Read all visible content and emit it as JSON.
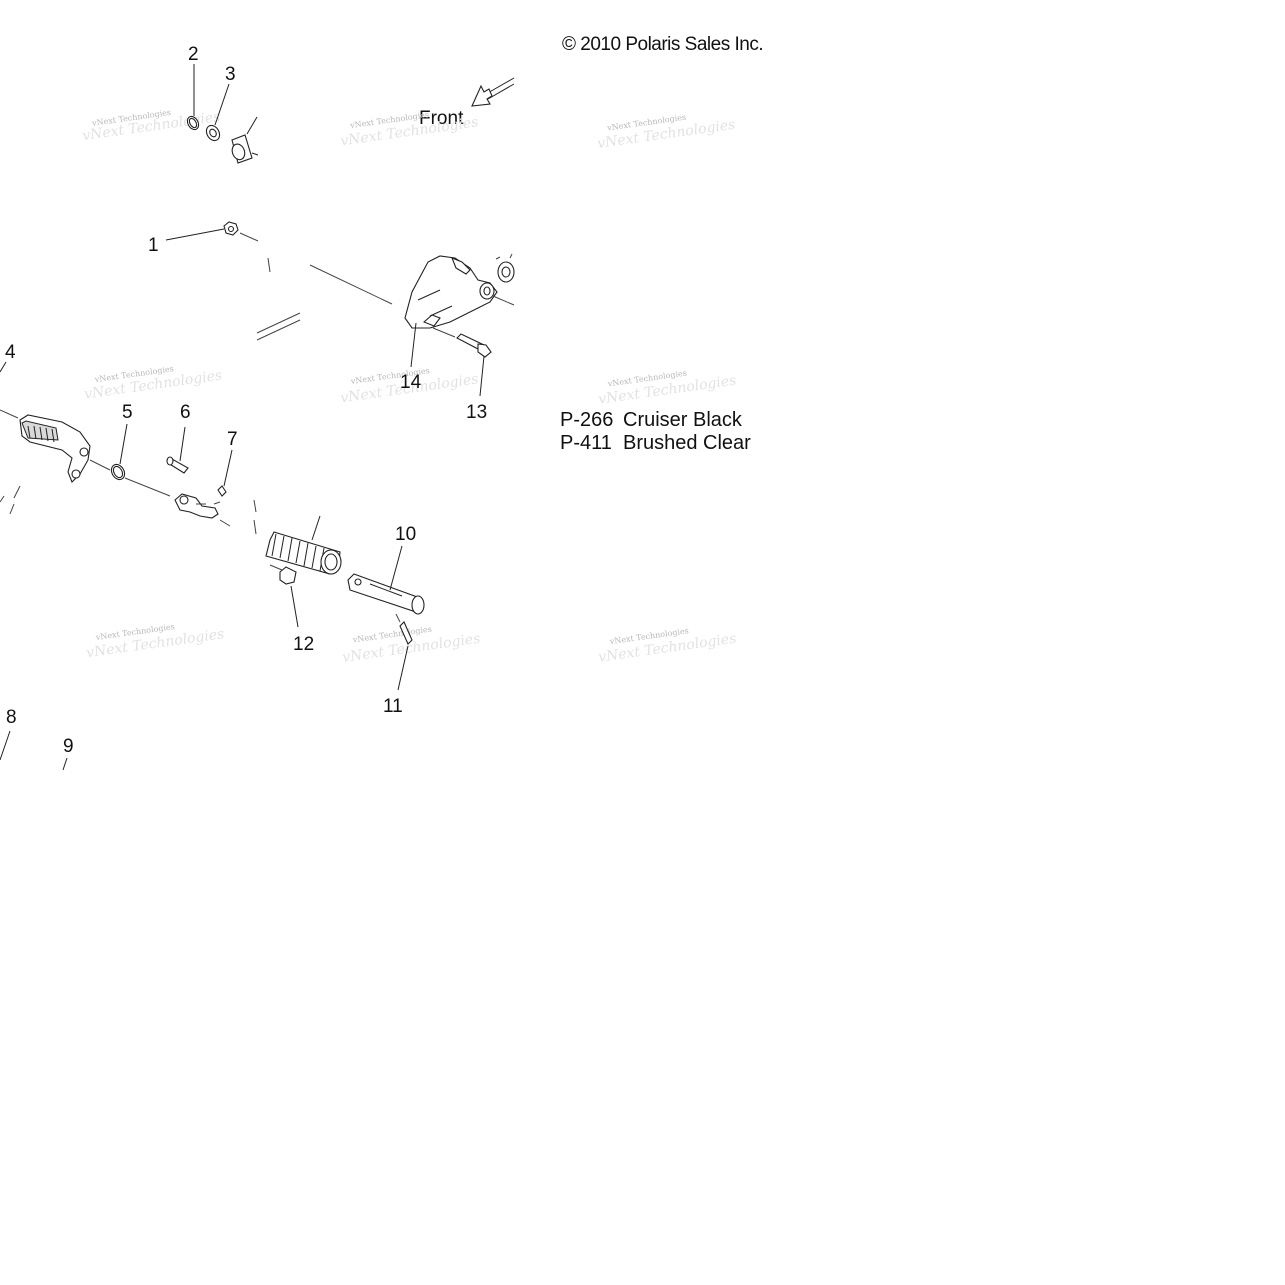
{
  "copyright": "© 2010 Polaris Sales Inc.",
  "front_label": "Front",
  "callouts": [
    "1",
    "2",
    "3",
    "4",
    "5",
    "6",
    "7",
    "8",
    "9",
    "10",
    "11",
    "12",
    "13",
    "14"
  ],
  "legend": [
    {
      "code": "P-266",
      "finish": "Cruiser Black"
    },
    {
      "code": "P-411",
      "finish": "Brushed Clear"
    }
  ],
  "watermark": "vNext Technologies"
}
